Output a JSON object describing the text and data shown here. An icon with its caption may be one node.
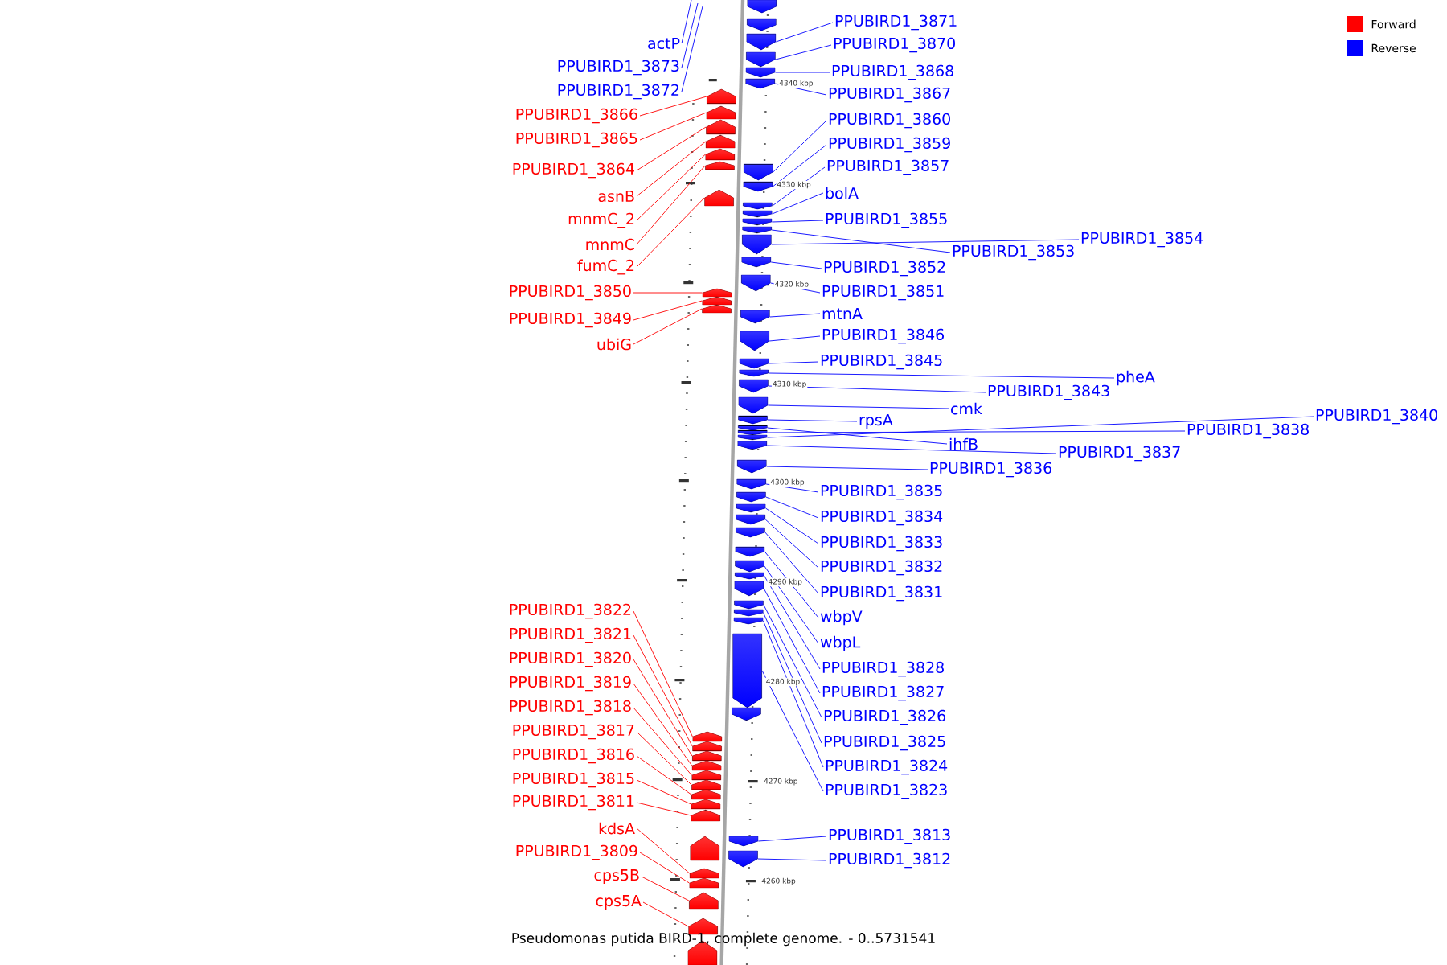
{
  "diagram": {
    "caption": "Pseudomonas putida BIRD-1, complete genome. - 0..5731541",
    "nodes": [
      {
        "text": [
          "actP"
        ]
      },
      {
        "text": [
          "PPUBIRD1_3873"
        ]
      },
      {
        "text": [
          "PPUBIRD1_3872"
        ]
      },
      {
        "text": [
          "PPUBIRD1_3866"
        ]
      },
      {
        "text": [
          "PPUBIRD1_3865"
        ]
      },
      {
        "text": [
          "PPUBIRD1_3864"
        ]
      },
      {
        "text": [
          "asnB"
        ]
      },
      {
        "text": [
          "mnmC_2"
        ]
      },
      {
        "text": [
          "mnmC"
        ]
      },
      {
        "text": [
          "fumC_2"
        ]
      },
      {
        "text": [
          "PPUBIRD1_3850"
        ]
      },
      {
        "text": [
          "PPUBIRD1_3849"
        ]
      },
      {
        "text": [
          "ubiG"
        ]
      },
      {
        "text": [
          "PPUBIRD1_3822"
        ]
      },
      {
        "text": [
          "PPUBIRD1_3821"
        ]
      },
      {
        "text": [
          "PPUBIRD1_3820"
        ]
      },
      {
        "text": [
          "PPUBIRD1_3819"
        ]
      },
      {
        "text": [
          "PPUBIRD1_3818"
        ]
      },
      {
        "text": [
          "PPUBIRD1_3817"
        ]
      },
      {
        "text": [
          "PPUBIRD1_3816"
        ]
      },
      {
        "text": [
          "PPUBIRD1_3815"
        ]
      },
      {
        "text": [
          "PPUBIRD1_3811"
        ]
      },
      {
        "text": [
          "kdsA"
        ]
      },
      {
        "text": [
          "PPUBIRD1_3809"
        ]
      },
      {
        "text": [
          "cps5B"
        ]
      },
      {
        "text": [
          "cps5A"
        ]
      },
      {
        "text": [
          "PPUBIRD1_3871"
        ]
      },
      {
        "text": [
          "PPUBIRD1_3870"
        ]
      },
      {
        "text": [
          "PPUBIRD1_3868"
        ]
      },
      {
        "text": [
          "PPUBIRD1_3867"
        ]
      },
      {
        "text": [
          "PPUBIRD1_3860"
        ]
      },
      {
        "text": [
          "PPUBIRD1_3859"
        ]
      },
      {
        "text": [
          "PPUBIRD1_3857"
        ]
      },
      {
        "text": [
          "bolA"
        ]
      },
      {
        "text": [
          "PPUBIRD1_3855"
        ]
      },
      {
        "text": [
          "PPUBIRD1_3853"
        ]
      },
      {
        "text": [
          "PPUBIRD1_3854"
        ]
      },
      {
        "text": [
          "PPUBIRD1_3852"
        ]
      },
      {
        "text": [
          "PPUBIRD1_3851"
        ]
      },
      {
        "text": [
          "mtnA"
        ]
      },
      {
        "text": [
          "PPUBIRD1_3846"
        ]
      },
      {
        "text": [
          "PPUBIRD1_3845"
        ]
      },
      {
        "text": [
          "pheA"
        ]
      },
      {
        "text": [
          "PPUBIRD1_3843"
        ]
      },
      {
        "text": [
          "cmk"
        ]
      },
      {
        "text": [
          "rpsA"
        ]
      },
      {
        "text": [
          "ihfB"
        ]
      },
      {
        "text": [
          "PPUBIRD1_3838"
        ]
      },
      {
        "text": [
          "PPUBIRD1_3840"
        ]
      },
      {
        "text": [
          "PPUBIRD1_3837"
        ]
      },
      {
        "text": [
          "PPUBIRD1_3836"
        ]
      },
      {
        "text": [
          "PPUBIRD1_3835"
        ]
      },
      {
        "text": [
          "PPUBIRD1_3834"
        ]
      },
      {
        "text": [
          "PPUBIRD1_3833"
        ]
      },
      {
        "text": [
          "PPUBIRD1_3832"
        ]
      },
      {
        "text": [
          "PPUBIRD1_3831"
        ]
      },
      {
        "text": [
          "wbpV"
        ]
      },
      {
        "text": [
          "wbpL"
        ]
      },
      {
        "text": [
          "PPUBIRD1_3828"
        ]
      },
      {
        "text": [
          "PPUBIRD1_3827"
        ]
      },
      {
        "text": [
          "PPUBIRD1_3826"
        ]
      },
      {
        "text": [
          "PPUBIRD1_3825"
        ]
      },
      {
        "text": [
          "PPUBIRD1_3824"
        ]
      },
      {
        "text": [
          "PPUBIRD1_3823"
        ]
      },
      {
        "text": [
          "PPUBIRD1_3813"
        ]
      },
      {
        "text": [
          "PPUBIRD1_3812"
        ]
      },
      {
        "text": [],
        "shape": "pentagon"
      },
      {
        "text": [],
        "shape": "pentagon"
      },
      {
        "text": [],
        "shape": "pentagon"
      },
      {
        "text": [],
        "shape": "pentagon"
      },
      {
        "text": [],
        "shape": "pentagon"
      },
      {
        "text": [],
        "shape": "pentagon"
      },
      {
        "text": [],
        "shape": "pentagon"
      },
      {
        "text": [],
        "shape": "pentagon"
      },
      {
        "text": [],
        "shape": "pentagon"
      },
      {
        "text": [],
        "shape": "pentagon"
      },
      {
        "text": [],
        "shape": "pentagon"
      },
      {
        "text": [],
        "shape": "pentagon"
      },
      {
        "text": [],
        "shape": "pentagon"
      },
      {
        "text": [],
        "shape": "pentagon"
      },
      {
        "text": [],
        "shape": "pentagon"
      },
      {
        "text": [],
        "shape": "pentagon"
      },
      {
        "text": [],
        "shape": "pentagon"
      },
      {
        "text": [],
        "shape": "pentagon"
      },
      {
        "text": [],
        "shape": "pentagon"
      },
      {
        "text": [],
        "shape": "pentagon"
      },
      {
        "text": [],
        "shape": "pentagon"
      },
      {
        "text": [],
        "shape": "pentagon"
      },
      {
        "text": [],
        "shape": "pentagon"
      },
      {
        "text": [],
        "shape": "pentagon"
      },
      {
        "text": [],
        "shape": "pentagon"
      },
      {
        "text": [],
        "shape": "pentagon"
      },
      {
        "text": [],
        "shape": "pentagon"
      },
      {
        "text": [],
        "shape": "pentagon"
      },
      {
        "text": [],
        "shape": "pentagon"
      },
      {
        "text": [],
        "shape": "pentagon"
      },
      {
        "text": [],
        "shape": "pentagon"
      },
      {
        "text": [],
        "shape": "pentagon"
      },
      {
        "text": [],
        "shape": "pentagon"
      },
      {
        "text": [],
        "shape": "pentagon"
      },
      {
        "text": [],
        "shape": "pentagon"
      },
      {
        "text": [],
        "shape": "pentagon"
      },
      {
        "text": [],
        "shape": "pentagon"
      },
      {
        "text": [],
        "shape": "pentagon"
      },
      {
        "text": [],
        "shape": "pentagon"
      },
      {
        "text": [],
        "shape": "pentagon"
      },
      {
        "text": [],
        "shape": "pentagon"
      },
      {
        "text": [],
        "shape": "pentagon"
      },
      {
        "text": [],
        "shape": "pentagon"
      },
      {
        "text": [],
        "shape": "pentagon"
      },
      {
        "text": [],
        "shape": "pentagon"
      },
      {
        "text": [],
        "shape": "pentagon"
      },
      {
        "text": [],
        "shape": "pentagon"
      },
      {
        "text": [],
        "shape": "pentagon"
      },
      {
        "text": [],
        "shape": "pentagon"
      },
      {
        "text": [],
        "shape": "pentagon"
      },
      {
        "text": [],
        "shape": "pentagon"
      },
      {
        "text": [],
        "shape": "pentagon"
      },
      {
        "text": [],
        "shape": "pentagon"
      },
      {
        "text": [],
        "shape": "pentagon"
      },
      {
        "text": [],
        "shape": "pentagon"
      },
      {
        "text": [],
        "shape": "pentagon"
      },
      {
        "text": [],
        "shape": "pentagon"
      },
      {
        "text": [],
        "shape": "pentagon"
      },
      {
        "text": [],
        "shape": "pentagon"
      },
      {
        "text": [],
        "shape": "pentagon"
      },
      {
        "text": [],
        "shape": "pentagon"
      },
      {
        "text": [],
        "shape": "pentagon"
      },
      {
        "text": [],
        "shape": "pentagon"
      }
    ],
    "edges": [
      {
        "from": 0,
        "to": null,
        "arrow": "none"
      },
      {
        "from": 1,
        "to": null,
        "arrow": "none"
      },
      {
        "from": 2,
        "to": null,
        "arrow": "none"
      },
      {
        "from": 3,
        "to": 66,
        "arrow": "none",
        "color": "#ff0000"
      },
      {
        "from": 4,
        "to": 67,
        "arrow": "none",
        "color": "#ff0000"
      },
      {
        "from": 5,
        "to": 68,
        "arrow": "none",
        "color": "#ff0000"
      },
      {
        "from": 6,
        "to": 69,
        "arrow": "none",
        "color": "#ff0000"
      },
      {
        "from": 7,
        "to": 70,
        "arrow": "none",
        "color": "#ff0000"
      },
      {
        "from": 8,
        "to": 71,
        "arrow": "none",
        "color": "#ff0000"
      },
      {
        "from": 9,
        "to": 72,
        "arrow": "none",
        "color": "#ff0000"
      },
      {
        "from": 10,
        "to": 73,
        "arrow": "none",
        "color": "#ff0000"
      },
      {
        "from": 11,
        "to": 74,
        "arrow": "none",
        "color": "#ff0000"
      },
      {
        "from": 12,
        "to": 75,
        "arrow": "none",
        "color": "#ff0000"
      },
      {
        "from": 13,
        "to": 76,
        "arrow": "none",
        "color": "#ff0000"
      },
      {
        "from": 14,
        "to": 77,
        "arrow": "none",
        "color": "#ff0000"
      },
      {
        "from": 15,
        "to": 78,
        "arrow": "none",
        "color": "#ff0000"
      },
      {
        "from": 16,
        "to": 79,
        "arrow": "none",
        "color": "#ff0000"
      },
      {
        "from": 17,
        "to": 80,
        "arrow": "none",
        "color": "#ff0000"
      },
      {
        "from": 18,
        "to": 81,
        "arrow": "none",
        "color": "#ff0000"
      },
      {
        "from": 19,
        "to": 82,
        "arrow": "none",
        "color": "#ff0000"
      },
      {
        "from": 20,
        "to": 83,
        "arrow": "none",
        "color": "#ff0000"
      },
      {
        "from": 21,
        "to": 84,
        "arrow": "none",
        "color": "#ff0000"
      },
      {
        "from": 22,
        "to": 85,
        "arrow": "none",
        "color": "#ff0000"
      },
      {
        "from": 23,
        "to": 86,
        "arrow": "none",
        "color": "#ff0000"
      },
      {
        "from": 24,
        "to": 87,
        "arrow": "none",
        "color": "#ff0000"
      },
      {
        "from": 25,
        "to": 88,
        "arrow": "none",
        "color": "#ff0000"
      },
      {
        "from": 26,
        "to": 89,
        "arrow": "none"
      },
      {
        "from": 27,
        "to": 90,
        "arrow": "none"
      },
      {
        "from": 28,
        "to": 91,
        "arrow": "none"
      },
      {
        "from": 29,
        "to": 92,
        "arrow": "none"
      },
      {
        "from": 30,
        "to": 93,
        "arrow": "none"
      },
      {
        "from": 31,
        "to": 94,
        "arrow": "none"
      },
      {
        "from": 32,
        "to": 95,
        "arrow": "none"
      },
      {
        "from": 33,
        "to": 96,
        "arrow": "none"
      },
      {
        "from": 34,
        "to": 97,
        "arrow": "none"
      },
      {
        "from": 35,
        "to": 98,
        "arrow": "none"
      },
      {
        "from": 36,
        "to": 99,
        "arrow": "none"
      },
      {
        "from": 37,
        "to": 100,
        "arrow": "none"
      },
      {
        "from": 38,
        "to": 101,
        "arrow": "none"
      },
      {
        "from": 39,
        "to": 102,
        "arrow": "none"
      },
      {
        "from": 40,
        "to": 103,
        "arrow": "none"
      },
      {
        "from": 41,
        "to": 104,
        "arrow": "none"
      },
      {
        "from": 42,
        "to": 105,
        "arrow": "none"
      },
      {
        "from": 43,
        "to": 106,
        "arrow": "none"
      },
      {
        "from": 44,
        "to": 107,
        "arrow": "none"
      },
      {
        "from": 45,
        "to": 108,
        "arrow": "none"
      },
      {
        "from": 46,
        "to": 109,
        "arrow": "none"
      },
      {
        "from": 47,
        "to": 110,
        "arrow": "none"
      },
      {
        "from": 48,
        "to": 111,
        "arrow": "none"
      },
      {
        "from": 49,
        "to": 112,
        "arrow": "none"
      },
      {
        "from": 50,
        "to": 113,
        "arrow": "none"
      },
      {
        "from": 51,
        "to": 114,
        "arrow": "none"
      },
      {
        "from": 52,
        "to": 115,
        "arrow": "none"
      },
      {
        "from": 53,
        "to": 116,
        "arrow": "none"
      },
      {
        "from": 54,
        "to": 117,
        "arrow": "none"
      },
      {
        "from": 55,
        "to": 118,
        "arrow": "none"
      },
      {
        "from": 56,
        "to": 119,
        "arrow": "none"
      },
      {
        "from": 57,
        "to": 120,
        "arrow": "none"
      },
      {
        "from": 58,
        "to": 121,
        "arrow": "none"
      },
      {
        "from": 59,
        "to": 122,
        "arrow": "none"
      },
      {
        "from": 60,
        "to": 123,
        "arrow": "none"
      },
      {
        "from": 61,
        "to": 124,
        "arrow": "none"
      },
      {
        "from": 62,
        "to": 125,
        "arrow": "none"
      },
      {
        "from": 63,
        "to": 126,
        "arrow": "none"
      },
      {
        "from": 64,
        "to": 127,
        "arrow": "none"
      },
      {
        "from": 65,
        "to": 128,
        "arrow": "none"
      }
    ],
    "labels": [
      "4340 kbp",
      "4330 kbp",
      "4320 kbp",
      "4310 kbp",
      "4300 kbp",
      "4290 kbp",
      "4280 kbp",
      "4270 kbp",
      "4260 kbp"
    ],
    "legend": [
      {
        "text": "Forward",
        "color": "#ff0000"
      },
      {
        "text": "Reverse",
        "color": "#0000ff"
      }
    ]
  }
}
